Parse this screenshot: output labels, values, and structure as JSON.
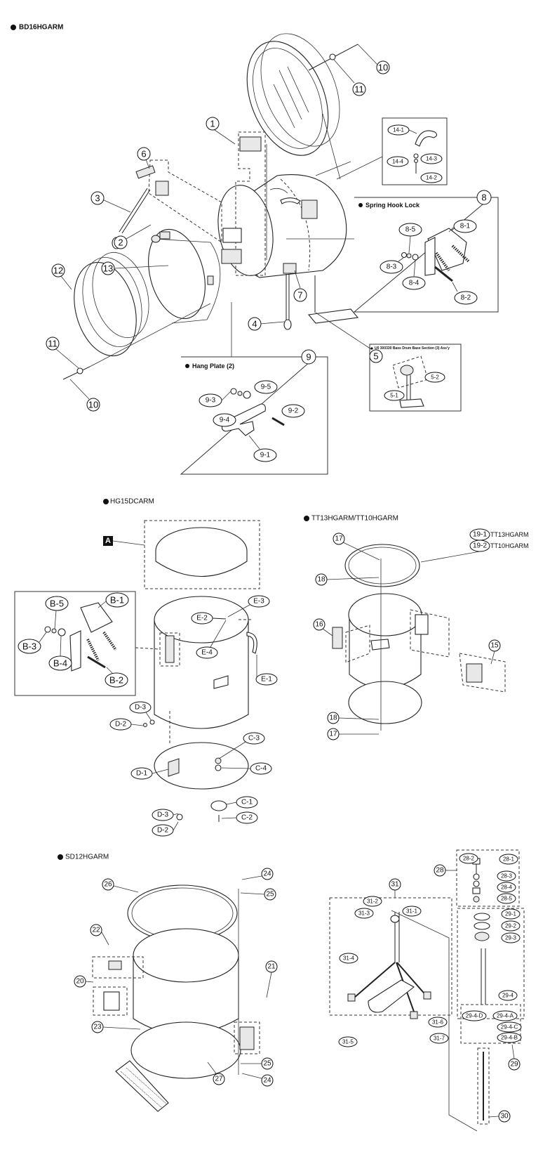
{
  "sections": {
    "bd": {
      "title": "BD16HGARM",
      "callouts": [
        "1",
        "2",
        "3",
        "4",
        "5",
        "6",
        "7",
        "8",
        "9",
        "10",
        "11",
        "12",
        "13",
        "10",
        "11"
      ],
      "inset_14": {
        "labels": [
          "14-1",
          "14-2",
          "14-3",
          "14-4"
        ]
      },
      "inset_8": {
        "title": "Spring Hook Lock",
        "number": "8",
        "labels": [
          "8-1",
          "8-2",
          "8-3",
          "8-4",
          "8-5"
        ]
      },
      "inset_9": {
        "title": "Hang Plate (2)",
        "number": "9",
        "labels": [
          "9-1",
          "9-2",
          "9-3",
          "9-4",
          "9-5"
        ]
      },
      "inset_5": {
        "title": "U0 300330 Bass Drum Base Section (3)  Ass'y",
        "number": "5",
        "labels": [
          "5-1",
          "5-2"
        ]
      }
    },
    "hg": {
      "title": "HG15DCARM",
      "marker_a": "A",
      "inset_b": {
        "labels": [
          "B-1",
          "B-2",
          "B-3",
          "B-4",
          "B-5"
        ]
      },
      "labels": [
        "C-1",
        "C-2",
        "C-3",
        "C-4",
        "D-1",
        "D-2",
        "D-3",
        "D-2",
        "D-3",
        "E-1",
        "E-2",
        "E-3",
        "E-4"
      ]
    },
    "tt": {
      "title": "TT13HGARM/TT10HGARM",
      "callouts": [
        "15",
        "16",
        "17",
        "18",
        "17",
        "18"
      ],
      "variants": [
        {
          "code": "19-1",
          "model": "TT13HGARM"
        },
        {
          "code": "19-2",
          "model": "TT10HGARM"
        }
      ]
    },
    "sd": {
      "title": "SD12HGARM",
      "callouts": [
        "20",
        "21",
        "22",
        "23",
        "24",
        "25",
        "24",
        "25",
        "26",
        "27"
      ]
    },
    "hh": {
      "callouts": [
        "28",
        "29",
        "30",
        "31"
      ],
      "labels_28": [
        "28-1",
        "28-2",
        "28-3",
        "28-4",
        "28-5"
      ],
      "labels_29": [
        "29-1",
        "29-2",
        "29-3",
        "29-4",
        "29-4-A",
        "29-4-B",
        "29-4-C",
        "29-4-D"
      ],
      "labels_31": [
        "31-1",
        "31-2",
        "31-3",
        "31-4",
        "31-5",
        "31-6",
        "31-7"
      ]
    }
  }
}
